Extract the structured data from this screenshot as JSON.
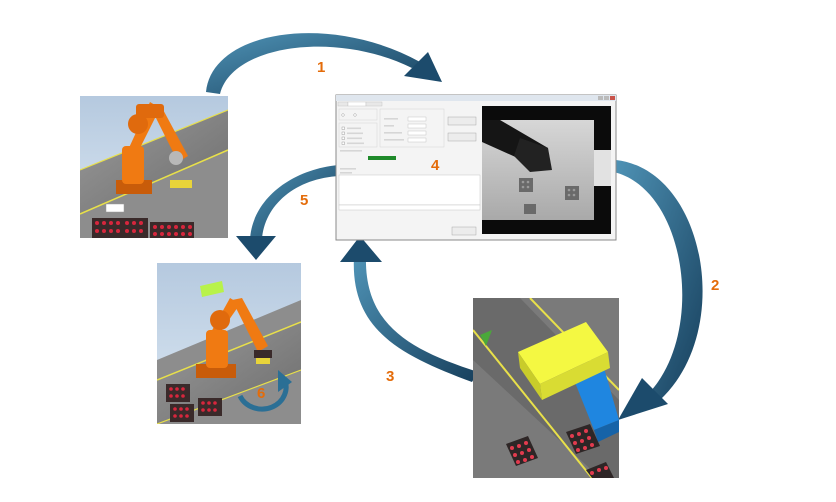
{
  "steps": {
    "s1": "1",
    "s2": "2",
    "s3": "3",
    "s4": "4",
    "s5": "5",
    "s6": "6"
  },
  "colors": {
    "step_label": "#e46c0a",
    "arrow": "#215f80",
    "robot": "#f07a12",
    "conveyor": "#6d6d6d",
    "box_yellow": "#eaf21f",
    "box_blue": "#1f86e0",
    "status_green": "#1f8a2a",
    "wall": "#c8d8ea"
  },
  "icons": [
    "robot-arm-icon",
    "conveyor-icon",
    "yellow-box-icon",
    "blue-box-icon",
    "bottle-crate-icon",
    "camera-view-icon"
  ]
}
